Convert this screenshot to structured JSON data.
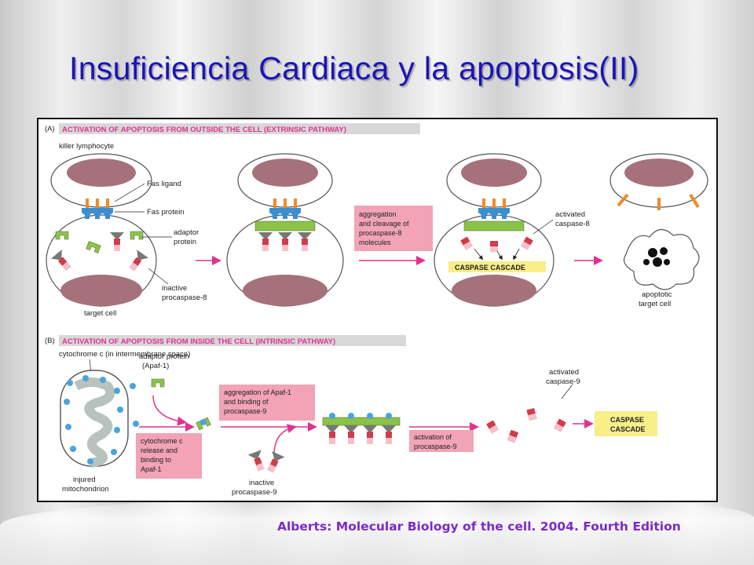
{
  "slide": {
    "title": "Insuficiencia Cardiaca y la apoptosis(II)",
    "credit": "Alberts: Molecular Biology of the cell. 2004. Fourth Edition"
  },
  "figure": {
    "panel_a": {
      "letter": "(A)",
      "header": "ACTIVATION OF APOPTOSIS FROM OUTSIDE THE CELL (EXTRINSIC PATHWAY)",
      "killer_lymphocyte": "killer lymphocyte",
      "fas_ligand": "Fas ligand",
      "fas_protein": "Fas protein",
      "adaptor_protein": [
        "adaptor",
        "protein"
      ],
      "inactive_procaspase": [
        "inactive",
        "procaspase-8"
      ],
      "target_cell": "target cell",
      "aggregation_box": [
        "aggregation",
        "and cleavage of",
        "procaspase-8",
        "molecules"
      ],
      "activated_caspase": [
        "activated",
        "caspase-8"
      ],
      "caspase_cascade": "CASPASE CASCADE",
      "apoptotic_target": [
        "apoptotic",
        "target cell"
      ]
    },
    "panel_b": {
      "letter": "(B)",
      "header": "ACTIVATION OF APOPTOSIS FROM INSIDE THE CELL (INTRINSIC PATHWAY)",
      "cytochrome_label": "cytochrome c (in intermembrane space)",
      "adaptor_protein": [
        "adaptor protein",
        "(Apaf-1)"
      ],
      "aggregation_box": [
        "aggregation of Apaf-1",
        "and binding of",
        "procaspase-9"
      ],
      "cytochrome_box": [
        "cytochrome c",
        "release and",
        "binding to",
        "Apaf-1"
      ],
      "inactive_procaspase": [
        "inactive",
        "procaspase-9"
      ],
      "injured_mito": [
        "injured",
        "mitochondrion"
      ],
      "activation_box": [
        "activation of",
        "procaspase-9"
      ],
      "activated_caspase": [
        "activated",
        "caspase-9"
      ],
      "caspase_cascade": [
        "CASPASE",
        "CASCADE"
      ]
    }
  },
  "colors": {
    "title": "#1b14b8",
    "credit": "#7b2ac9",
    "header_text": "#e0338e",
    "header_bg": "#d8d8d8",
    "pink_box": "#f2a3b6",
    "yellow_box": "#f8ee8a",
    "nucleus": "#a5727b",
    "fas_ligand": "#f08a28",
    "fas_protein": "#3a8fd0",
    "adaptor": "#8bc34a",
    "procaspase": "#d23b4a",
    "arrow": "#e0338e"
  }
}
